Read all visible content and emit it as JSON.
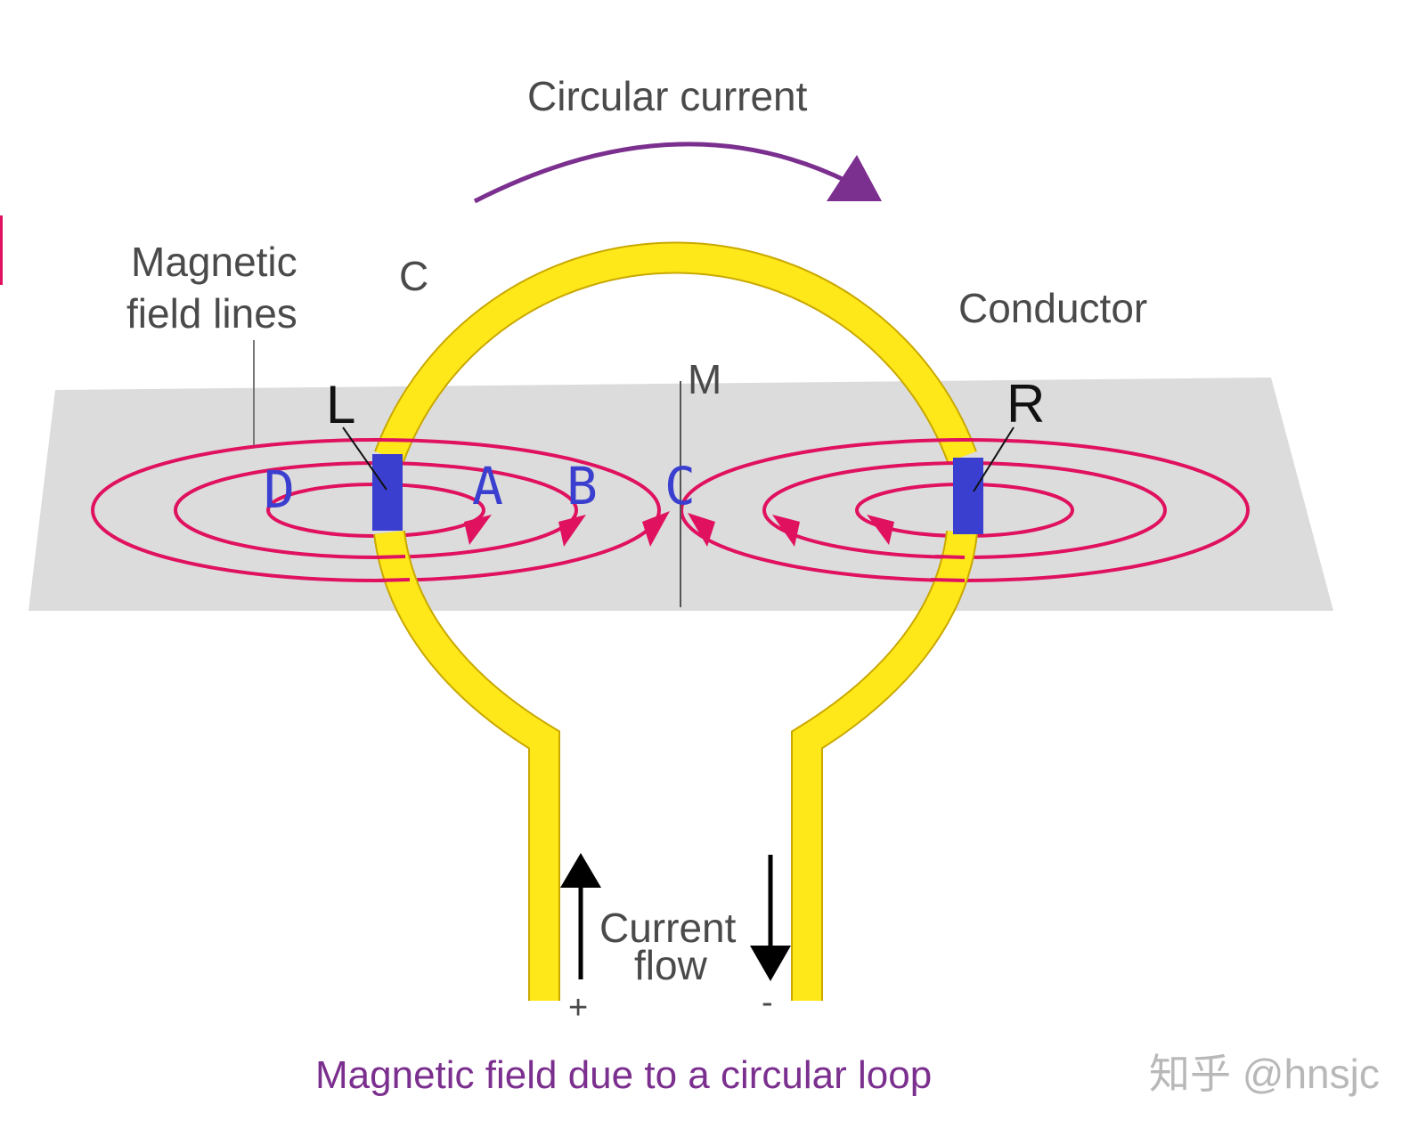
{
  "labels": {
    "circular_current": "Circular current",
    "magnetic_field_lines_1": "Magnetic",
    "magnetic_field_lines_2": "field lines",
    "top_c": "C",
    "conductor": "Conductor",
    "m": "M",
    "l": "L",
    "r": "R",
    "point_d": "D",
    "point_a": "A",
    "point_b": "B",
    "point_c": "C",
    "current_flow_1": "Current",
    "current_flow_2": "flow",
    "plus": "+",
    "minus": "-",
    "caption": "Magnetic field due to a circular loop",
    "watermark": "知乎 @hnsjc"
  },
  "colors": {
    "conductor": "#ffe81a",
    "field_lines": "#e0115f",
    "plane": "#dcdcdc",
    "current_arrow": "#7b2f8e",
    "cross_section": "#3b3fcf",
    "point_labels": "#3b3fcf",
    "caption": "#7b2f8e"
  }
}
